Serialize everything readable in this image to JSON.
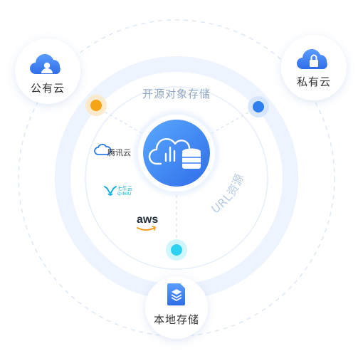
{
  "center_title": "开源对象存储",
  "arc_text": "URL资源",
  "nodes": {
    "public_cloud": {
      "label": "公有云"
    },
    "private_cloud": {
      "label": "私有云"
    },
    "local_storage": {
      "label": "本地存储"
    }
  },
  "vendors": {
    "tencent": "腾讯云",
    "qiniu_cn": "七牛云",
    "qiniu_en": "QINIU",
    "aws": "aws"
  },
  "colors": {
    "blue": "#3d7bf0",
    "light_blue": "#5aa4ff",
    "orange": "#f5a416",
    "cyan": "#2fd1f0",
    "ring": "#e9f2fd"
  }
}
